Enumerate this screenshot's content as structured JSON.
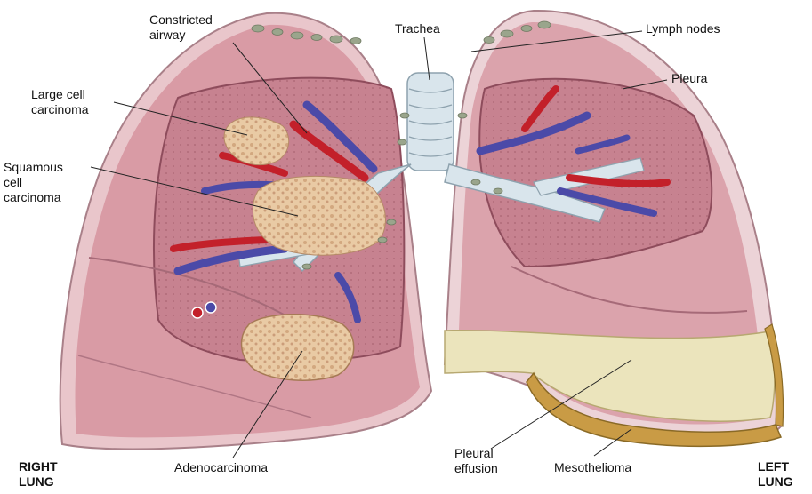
{
  "labels": {
    "constricted_airway": "Constricted\nairway",
    "trachea": "Trachea",
    "lymph_nodes": "Lymph nodes",
    "pleura": "Pleura",
    "large_cell_carcinoma": "Large cell\ncarcinoma",
    "squamous_cell_carcinoma": "Squamous\ncell\ncarcinoma",
    "adenocarcinoma": "Adenocarcinoma",
    "pleural_effusion": "Pleural\neffusion",
    "mesothelioma": "Mesothelioma",
    "right_lung": "RIGHT\nLUNG",
    "left_lung": "LEFT\nLUNG"
  },
  "colors": {
    "lung_outer": "#e3b1b7",
    "lung_inner": "#cf8e98",
    "lung_cut": "#b9707d",
    "pleura_edge": "#efe3e6",
    "airway": "#d6e3ea",
    "vein": "#4b4aa8",
    "artery": "#c3202a",
    "tumor": "#e8c9a6",
    "effusion": "#ece6bf",
    "mesothelioma": "#c9a04a",
    "lymph_node": "#9aa58c"
  }
}
